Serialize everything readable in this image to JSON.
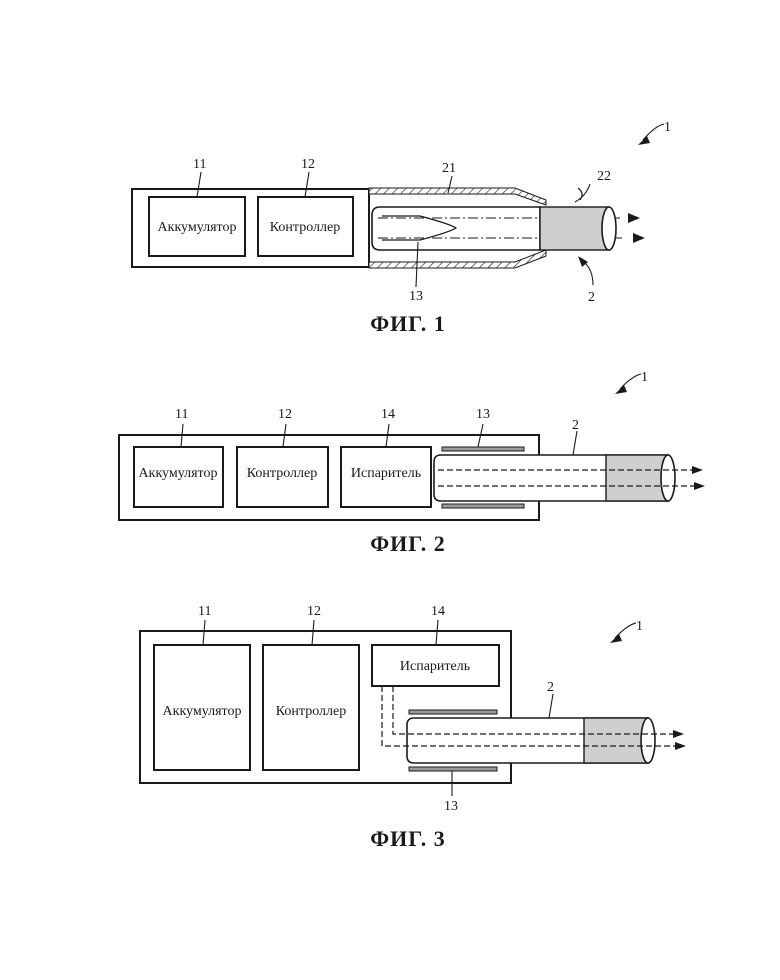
{
  "figures": [
    {
      "caption": "ФИГ. 1",
      "device_ref": "1",
      "components": [
        {
          "ref": "11",
          "label": "Аккумулятор"
        },
        {
          "ref": "12",
          "label": "Контроллер"
        }
      ],
      "refs": {
        "sleeve": "21",
        "filter": "22",
        "heater": "13",
        "cigarette": "2"
      }
    },
    {
      "caption": "ФИГ. 2",
      "device_ref": "1",
      "components": [
        {
          "ref": "11",
          "label": "Аккумулятор"
        },
        {
          "ref": "12",
          "label": "Контроллер"
        },
        {
          "ref": "14",
          "label": "Испаритель"
        }
      ],
      "refs": {
        "heater": "13",
        "cigarette": "2"
      }
    },
    {
      "caption": "ФИГ. 3",
      "device_ref": "1",
      "components": [
        {
          "ref": "11",
          "label": "Аккумулятор"
        },
        {
          "ref": "12",
          "label": "Контроллер"
        },
        {
          "ref": "14",
          "label": "Испаритель"
        }
      ],
      "refs": {
        "heater": "13",
        "cigarette": "2"
      }
    }
  ]
}
